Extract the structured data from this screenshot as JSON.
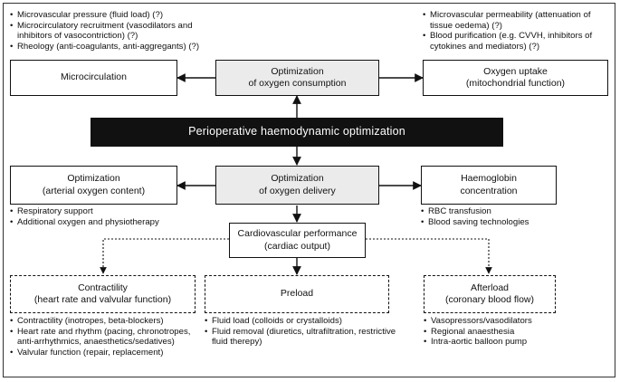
{
  "title": "Perioperative haemodynamic optimization",
  "boxes": {
    "microcirculation": "Microcirculation",
    "consumption": [
      "Optimization",
      "of oxygen consumption"
    ],
    "oxygen_uptake": [
      "Oxygen uptake",
      "(mitochondrial function)"
    ],
    "arterial": [
      "Optimization",
      "(arterial oxygen content)"
    ],
    "delivery": [
      "Optimization",
      "of oxygen delivery"
    ],
    "haemoglobin": [
      "Haemoglobin",
      "concentration"
    ],
    "cardiovascular": [
      "Cardiovascular performance",
      "(cardiac output)"
    ],
    "contractility": [
      "Contractility",
      "(heart rate and valvular function)"
    ],
    "preload": "Preload",
    "afterload": [
      "Afterload",
      "(coronary blood flow)"
    ]
  },
  "lists": {
    "microcirculation": [
      "Microvascular pressure (fluid load) (?)",
      "Microcirculatory recruitment (vasodilators and inhibitors of vasocontriction) (?)",
      "Rheology (anti-coagulants, anti-aggregants) (?)"
    ],
    "oxygen_uptake": [
      "Microvascular permeability (attenuation of tissue oedema) (?)",
      "Blood purification (e.g. CVVH, inhibitors of cytokines and mediators) (?)"
    ],
    "arterial": [
      "Respiratory support",
      "Additional oxygen and physiotherapy"
    ],
    "haemoglobin": [
      "RBC transfusion",
      "Blood saving technologies"
    ],
    "contractility": [
      "Contractility (inotropes, beta-blockers)",
      "Heart rate and rhythm (pacing, chronotropes, anti-arrhythmics, anaesthetics/sedatives)",
      "Valvular function (repair, replacement)"
    ],
    "preload": [
      "Fluid load (colloids or crystalloids)",
      "Fluid removal (diuretics, ultrafiltration, restrictive fluid therepy)"
    ],
    "afterload": [
      "Vasopressors/vasodilators",
      "Regional anaesthesia",
      "Intra-aortic balloon pump"
    ]
  }
}
